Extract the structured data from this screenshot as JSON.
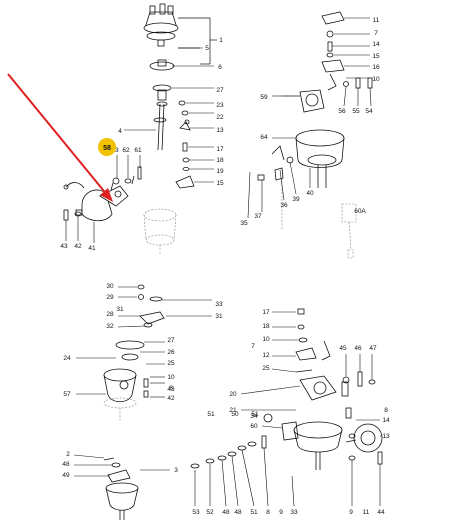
{
  "callouts": [
    "1",
    "2",
    "3",
    "4",
    "5",
    "6",
    "7",
    "8",
    "9",
    "10",
    "11",
    "12",
    "13",
    "14",
    "15",
    "16",
    "17",
    "18",
    "19",
    "20",
    "21",
    "22",
    "23",
    "24",
    "25",
    "26",
    "27",
    "28",
    "29",
    "30",
    "31",
    "32",
    "33",
    "34",
    "35",
    "36",
    "37",
    "38",
    "39",
    "40",
    "41",
    "42",
    "43",
    "44",
    "45",
    "46",
    "47",
    "48",
    "49",
    "50",
    "51",
    "52",
    "53",
    "54",
    "55",
    "56",
    "57",
    "58",
    "59",
    "60",
    "60A",
    "61",
    "62",
    "63",
    "64"
  ],
  "highlight": {
    "label": "58",
    "color": "#f2c200"
  },
  "arrow_color": "#e02020",
  "line_color": "#111111"
}
